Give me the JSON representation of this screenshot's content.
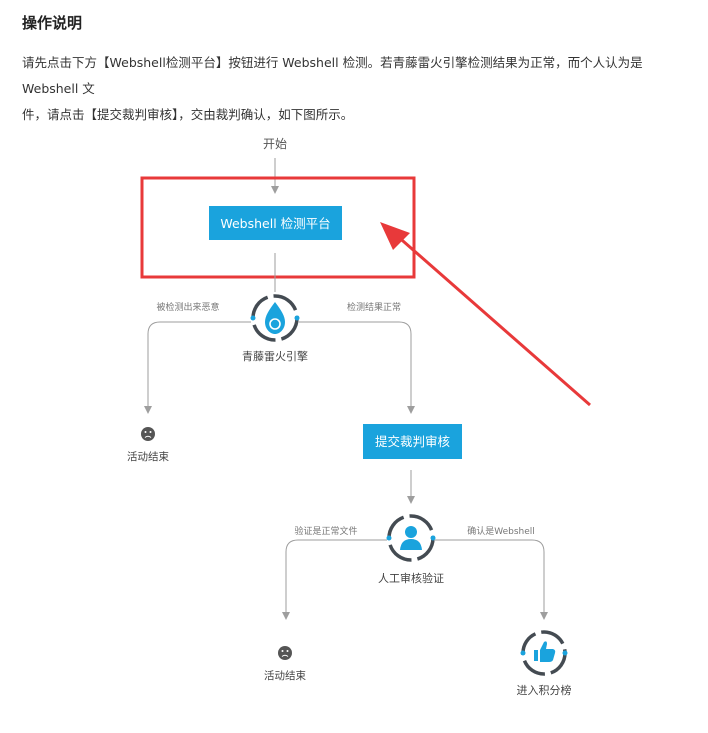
{
  "header": {
    "title": "操作说明",
    "desc_line1": "请先点击下方【Webshell检测平台】按钮进行 Webshell 检测。若青藤雷火引擎检测结果为正常，而个人认为是Webshell 文",
    "desc_line2": "件，请点击【提交裁判审核】，交由裁判确认，如下图所示。"
  },
  "flow": {
    "start": "开始",
    "detect_button": "Webshell 检测平台",
    "malicious_label": "被检测出来恶意",
    "normal_label": "检测结果正常",
    "engine": "青藤雷火引擎",
    "end1": "活动结束",
    "submit_button": "提交裁判审核",
    "verify_normal_label": "验证是正常文件",
    "confirm_webshell_label": "确认是Webshell",
    "manual_review": "人工审核验证",
    "end2": "活动结束",
    "leaderboard": "进入积分榜"
  },
  "colors": {
    "button": "#1aa3dd",
    "highlight": "#e8393a",
    "line": "#9e9e9e",
    "icon_dark": "#444b52"
  }
}
